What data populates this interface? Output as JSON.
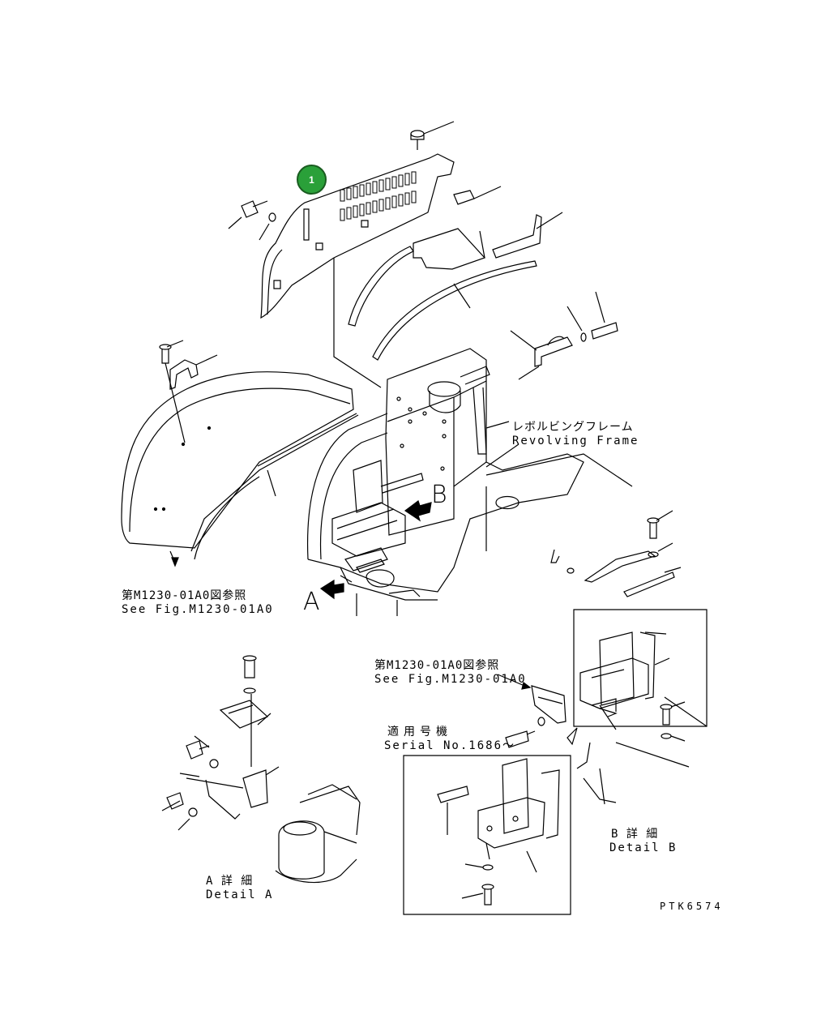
{
  "callout": {
    "number": "1",
    "color": "#2aa039"
  },
  "labels": {
    "revolving_frame_jp": "レボルビングフレーム",
    "revolving_frame_en": "Revolving Frame",
    "ref_fig_left_jp": "第M1230-01A0図参照",
    "ref_fig_left_en": "See Fig.M1230-01A0",
    "ref_fig_right_jp": "第M1230-01A0図参照",
    "ref_fig_right_en": "See Fig.M1230-01A0",
    "view_a": "A",
    "view_b": "B",
    "serial_jp": "適用号機",
    "serial_en": "Serial No.1686～",
    "detail_a_jp": "A 詳 細",
    "detail_a_en": "Detail A",
    "detail_b_jp": "B 詳 細",
    "detail_b_en": "Detail B",
    "drawing_code": "PTK6574"
  }
}
